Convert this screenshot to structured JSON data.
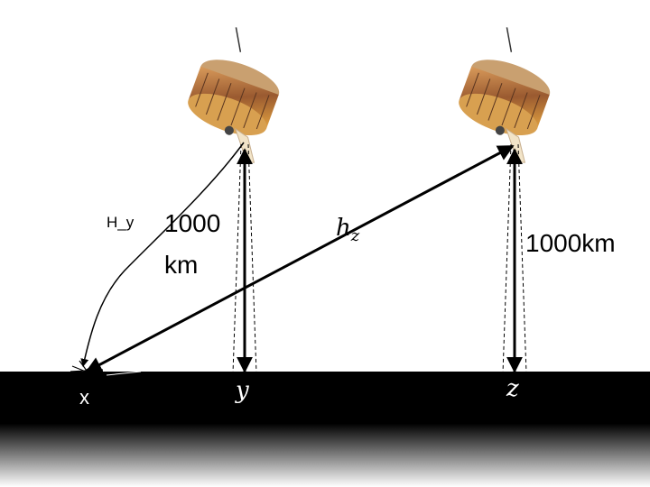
{
  "labels": {
    "point_x": "x",
    "point_y": "y",
    "point_z": "z",
    "h_y_tag": "H_y",
    "height_left_line1": "1000",
    "height_left_line2": "km",
    "height_right": "1000km",
    "h_z_main": "h",
    "h_z_sub": "z"
  },
  "colors": {
    "ground": "#000000",
    "ground_fade": "#ffffff",
    "lines": "#000000",
    "satellite_body": "#c07a3a",
    "satellite_panel": "#8a5a3a",
    "satellite_gold": "#e0a040",
    "thruster": "#f0e0c0",
    "point_label_on_ground": "#ffffff"
  },
  "icons": [
    "satellite-icon",
    "satellite-icon"
  ]
}
